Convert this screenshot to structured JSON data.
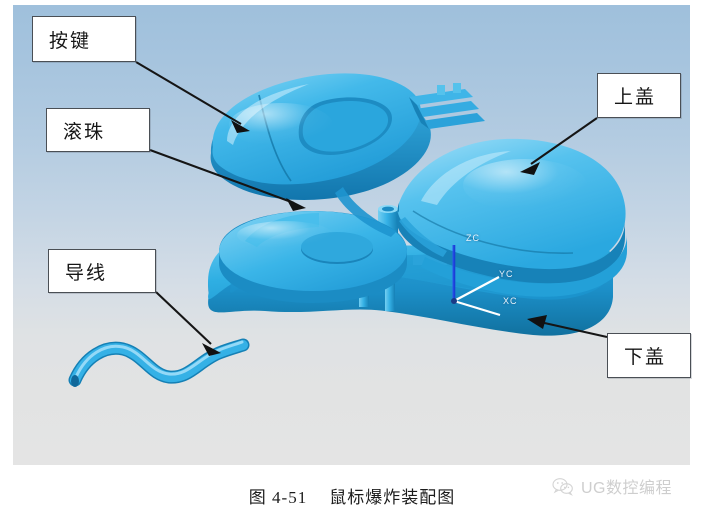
{
  "figure": {
    "caption_number": "图 4-51",
    "caption_text": "鼠标爆炸装配图",
    "background_top_color": "#9fc0dc",
    "background_bottom_color": "#e4e4e4",
    "model_color": "#2eade3",
    "model_highlight_color": "#8ed8f5",
    "model_shadow_color": "#1072a8"
  },
  "callouts": [
    {
      "id": "button",
      "label": "按键"
    },
    {
      "id": "ball",
      "label": "滚珠"
    },
    {
      "id": "wire",
      "label": "导线"
    },
    {
      "id": "top_cover",
      "label": "上盖"
    },
    {
      "id": "bottom_cover",
      "label": "下盖"
    }
  ],
  "axis_triad": {
    "z": "ZC",
    "y": "YC",
    "x": "XC"
  },
  "watermark": {
    "text": "UG数控编程",
    "icon": "wechat-icon"
  }
}
